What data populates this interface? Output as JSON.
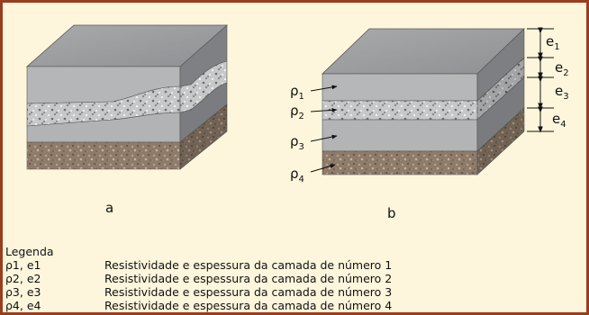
{
  "figures": {
    "a": {
      "caption": "a"
    },
    "b": {
      "caption": "b",
      "rho_labels": [
        {
          "base": "ρ",
          "sub": "1"
        },
        {
          "base": "ρ",
          "sub": "2"
        },
        {
          "base": "ρ",
          "sub": "3"
        },
        {
          "base": "ρ",
          "sub": "4"
        }
      ],
      "thickness_labels": [
        {
          "base": "e",
          "sub": "1"
        },
        {
          "base": "e",
          "sub": "2"
        },
        {
          "base": "e",
          "sub": "3"
        },
        {
          "base": "e",
          "sub": "4"
        }
      ]
    }
  },
  "legend": {
    "title": "Legenda",
    "rows": [
      {
        "symbol": "ρ1, e1",
        "text": "Resistividade e espessura da camada de número 1"
      },
      {
        "symbol": "ρ2, e2",
        "text": "Resistividade e espessura da camada de número 2"
      },
      {
        "symbol": "ρ3, e3",
        "text": "Resistividade e espessura da camada de número 3"
      },
      {
        "symbol": "ρ4, e4",
        "text": "Resistividade e espessura da camada de número 4"
      }
    ]
  },
  "colors": {
    "frame_border": "#9a3d1c",
    "background": "#fdf6dc",
    "layer_top": "#9fa0a2",
    "layer_front": "#b4b5b7",
    "layer_side": "#7c7d80",
    "gravel": "#c9c9c9",
    "soil": "#8d7a68"
  }
}
